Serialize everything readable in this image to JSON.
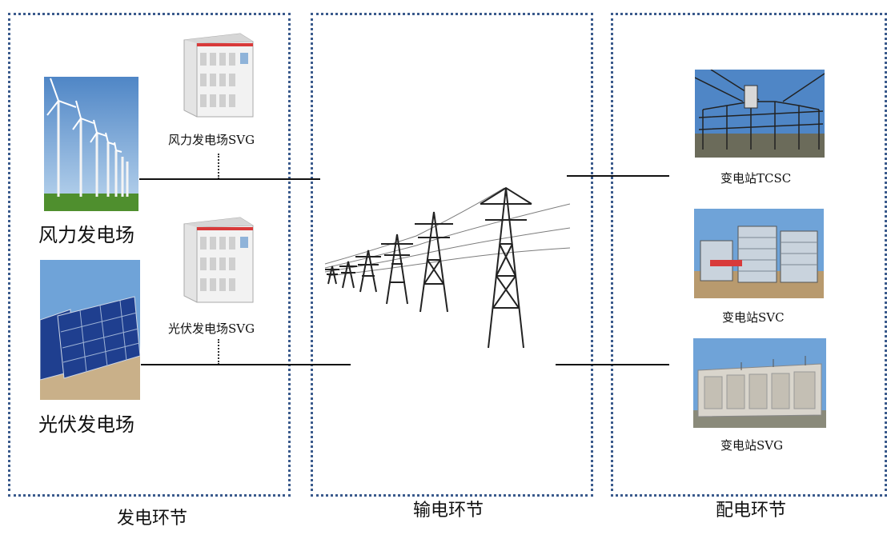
{
  "generation": {
    "section_label": "发电环节",
    "wind_farm_label": "风力发电场",
    "wind_svg_label": "风力发电场SVG",
    "pv_farm_label": "光伏发电场",
    "pv_svg_label": "光伏发电场SVG"
  },
  "transmission": {
    "section_label": "输电环节"
  },
  "distribution": {
    "section_label": "配电环节",
    "items": [
      {
        "label": "变电站TCSC"
      },
      {
        "label": "变电站SVC"
      },
      {
        "label": "变电站SVG"
      }
    ]
  },
  "colors": {
    "panel_border": "#3a5a8c",
    "sky": "#6fa3d8",
    "grass": "#4f8f2e",
    "solar_panel": "#1f3f8f",
    "cabinet": "#eeeeee",
    "cabinet_accent": "#d83a3a"
  }
}
